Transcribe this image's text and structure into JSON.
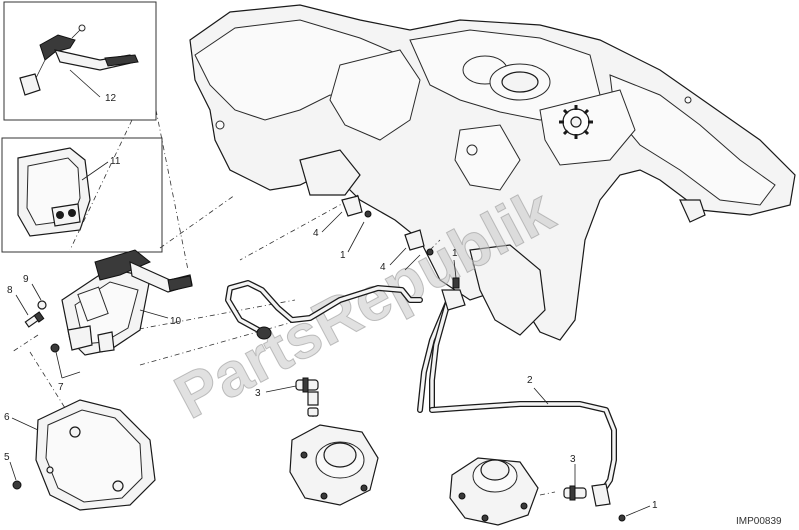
{
  "watermark": "PartsRepublik",
  "reference_code": "IMP00839",
  "callouts": {
    "n1a": "1",
    "n1b": "1",
    "n1c": "1",
    "n2": "2",
    "n3a": "3",
    "n3b": "3",
    "n4a": "4",
    "n4b": "4",
    "n5": "5",
    "n6": "6",
    "n7": "7",
    "n8": "8",
    "n9": "9",
    "n10": "10",
    "n11": "11",
    "n12": "12"
  },
  "icons": {
    "gear": "gear-icon"
  },
  "colors": {
    "line": "#1a1a1a",
    "fill": "#f4f4f4",
    "watermark": "#c8c8c8"
  }
}
